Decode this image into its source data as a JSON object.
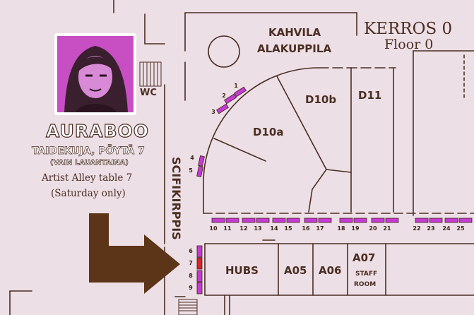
{
  "floor": {
    "fi": "KERROS 0",
    "en": "Floor 0"
  },
  "cafe": {
    "line1": "KAHVILA",
    "line2": "ALAKUPPILA"
  },
  "restroom": "WC",
  "corridor": "SCIFIKIRPPIS",
  "rooms": {
    "d10a": "D10a",
    "d10b": "D10b",
    "d11": "D11",
    "hubs": "HUBS",
    "a05": "A05",
    "a06": "A06",
    "a07": "A07",
    "a07_sub1": "STAFF",
    "a07_sub2": "ROOM"
  },
  "artist": {
    "name": "AURABOO",
    "fi_line1": "TAIDEKUJA, PÖYTÄ 7",
    "fi_line2": "(VAIN LAUANTAINA)",
    "en_line1": "Artist Alley table 7",
    "en_line2": "(Saturday only)",
    "highlighted_table": "7"
  },
  "tables": {
    "arc": [
      "1",
      "2",
      "3"
    ],
    "side": [
      "4",
      "5"
    ],
    "left_column": [
      "6",
      "7",
      "8",
      "9"
    ],
    "bottom_row": [
      "10",
      "11",
      "12",
      "13",
      "14",
      "15",
      "16",
      "17",
      "18",
      "19",
      "20",
      "21",
      "22",
      "23",
      "24",
      "25"
    ]
  },
  "colors": {
    "background": "#eddfe6",
    "walls": "#4a2e22",
    "table": "#c63ad3",
    "highlight": "#d8262a",
    "arrow": "#5c3518"
  }
}
